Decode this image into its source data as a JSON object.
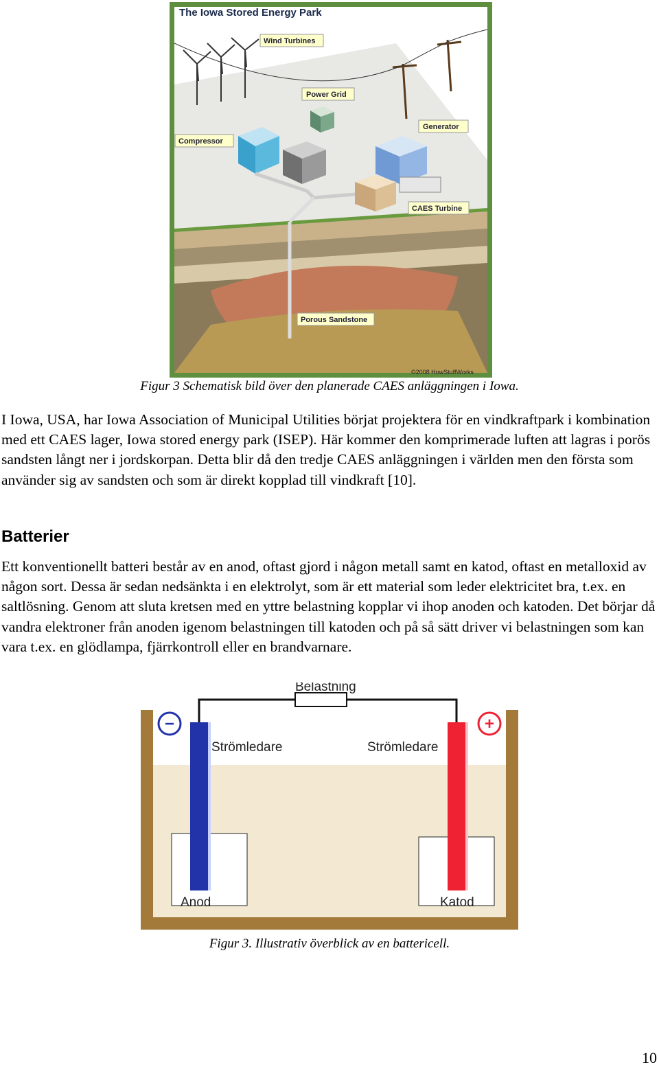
{
  "figure1": {
    "title": "The Iowa Stored Energy Park",
    "labels": {
      "wind_turbines": "Wind Turbines",
      "power_grid": "Power Grid",
      "generator": "Generator",
      "compressor": "Compressor",
      "caes_turbine": "CAES Turbine",
      "porous_sandstone": "Porous Sandstone"
    },
    "copyright": "©2008 HowStuffWorks",
    "caption": "Figur 3 Schematisk bild över den planerade CAES anläggningen i Iowa.",
    "colors": {
      "background": "#5e8f3e",
      "grass": "#a8c77a",
      "sky_panel": "#ffffff"
    }
  },
  "paragraph1": "I Iowa, USA, har Iowa Association of Municipal Utilities börjat projektera för en vindkraftpark i kombination med ett CAES lager, Iowa stored energy park (ISEP). Här kommer den komprimerade luften att lagras i porös sandsten långt ner i jordskorpan. Detta blir då den tredje CAES anläggningen i världen men den första som använder sig av sandsten och som är direkt kopplad till vindkraft [10].",
  "heading": "Batterier",
  "paragraph2": "Ett konventionellt batteri består av en anod, oftast gjord i någon metall samt en katod, oftast en metalloxid av någon sort. Dessa är sedan nedsänkta i en elektrolyt, som är ett material som leder elektricitet bra, t.ex. en saltlösning. Genom att sluta kretsen med en yttre belastning kopplar vi ihop anoden och katoden. Det börjar då vandra elektroner från anoden igenom belastningen till katoden och på så sätt driver vi belastningen som kan vara t.ex. en glödlampa, fjärrkontroll eller en brandvarnare.",
  "figure2": {
    "labels": {
      "belastning": "Belastning",
      "stromledare_left": "Strömledare",
      "stromledare_right": "Strömledare",
      "anod": "Anod",
      "katod": "Katod",
      "minus": "−",
      "plus": "+"
    },
    "caption": "Figur 3. Illustrativ överblick av en battericell.",
    "colors": {
      "anode": "#2233aa",
      "cathode": "#ee2233",
      "container": "#a47a3a",
      "electrolyte": "#f3e9d2"
    }
  },
  "page_number": "10"
}
